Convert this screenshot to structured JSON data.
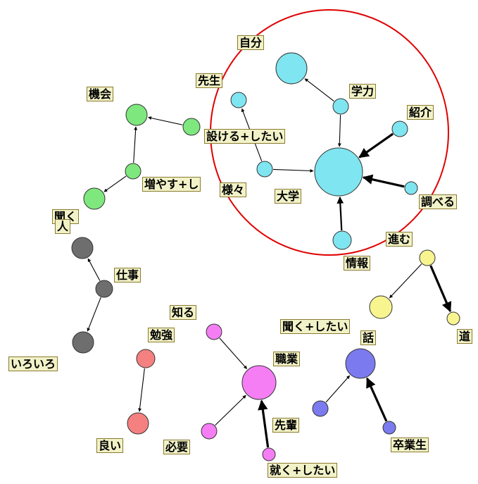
{
  "colors": {
    "cyan": "#7fe5f0",
    "green": "#7ee87e",
    "gray": "#6e6e6e",
    "yellow": "#f8f590",
    "blue": "#7b7bef",
    "magenta": "#f57ef5",
    "red": "#f58080",
    "highlight": "#e00000"
  },
  "nodes": [
    {
      "id": "jibun",
      "label": "自分",
      "color": "cyan"
    },
    {
      "id": "sensei",
      "label": "先生",
      "color": "cyan"
    },
    {
      "id": "gakuryoku",
      "label": "学力",
      "color": "cyan"
    },
    {
      "id": "shokai",
      "label": "紹介",
      "color": "cyan"
    },
    {
      "id": "sama",
      "label": "様々",
      "color": "cyan"
    },
    {
      "id": "daigaku",
      "label": "大学",
      "color": "cyan"
    },
    {
      "id": "shiraberu",
      "label": "調べる",
      "color": "cyan"
    },
    {
      "id": "joho",
      "label": "情報",
      "color": "cyan"
    },
    {
      "id": "kikai",
      "label": "機会",
      "color": "green"
    },
    {
      "id": "mokeru",
      "label": "設ける+したい",
      "color": "green"
    },
    {
      "id": "fuyasu",
      "label": "増やす+し",
      "color": "green"
    },
    {
      "id": "kiku",
      "label": "聞く",
      "color": "green"
    },
    {
      "id": "hito",
      "label": "人",
      "color": "gray"
    },
    {
      "id": "shigoto",
      "label": "仕事",
      "color": "gray"
    },
    {
      "id": "iroiro",
      "label": "いろいろ",
      "color": "gray"
    },
    {
      "id": "susumu",
      "label": "進む",
      "color": "yellow"
    },
    {
      "id": "michi",
      "label": "道",
      "color": "yellow"
    },
    {
      "id": "hanashi",
      "label": "話",
      "color": "yellow"
    },
    {
      "id": "kikitai",
      "label": "聞く+したい",
      "color": "yellow"
    },
    {
      "id": "senpai",
      "label": "先輩",
      "color": "blue"
    },
    {
      "id": "sotsugyosei",
      "label": "卒業生",
      "color": "blue"
    },
    {
      "id": "blue-hub",
      "label": "",
      "color": "blue"
    },
    {
      "id": "shiru",
      "label": "知る",
      "color": "magenta"
    },
    {
      "id": "shokugyo",
      "label": "職業",
      "color": "magenta"
    },
    {
      "id": "hitsuyo",
      "label": "必要",
      "color": "magenta"
    },
    {
      "id": "tsuku",
      "label": "就く+したい",
      "color": "magenta"
    },
    {
      "id": "benkyo",
      "label": "勉強",
      "color": "red"
    },
    {
      "id": "yoi",
      "label": "良い",
      "color": "red"
    }
  ],
  "edges": [
    {
      "from": "gakuryoku",
      "to": "jibun",
      "weight": 1
    },
    {
      "from": "gakuryoku",
      "to": "daigaku",
      "weight": 1
    },
    {
      "from": "shokai",
      "to": "daigaku",
      "weight": 3
    },
    {
      "from": "shiraberu",
      "to": "daigaku",
      "weight": 3
    },
    {
      "from": "joho",
      "to": "daigaku",
      "weight": 2
    },
    {
      "from": "sama",
      "to": "daigaku",
      "weight": 1
    },
    {
      "from": "sama",
      "to": "sensei",
      "weight": 1
    },
    {
      "from": "mokeru",
      "to": "kikai",
      "weight": 1
    },
    {
      "from": "fuyasu",
      "to": "kikai",
      "weight": 1
    },
    {
      "from": "fuyasu",
      "to": "kiku",
      "weight": 1
    },
    {
      "from": "shigoto",
      "to": "hito",
      "weight": 1
    },
    {
      "from": "shigoto",
      "to": "iroiro",
      "weight": 1
    },
    {
      "from": "susumu",
      "to": "hanashi",
      "weight": 1
    },
    {
      "from": "susumu",
      "to": "michi",
      "weight": 3
    },
    {
      "from": "senpai",
      "to": "blue-hub",
      "weight": 1
    },
    {
      "from": "sotsugyosei",
      "to": "blue-hub",
      "weight": 3
    },
    {
      "from": "shiru",
      "to": "shokugyo",
      "weight": 1
    },
    {
      "from": "hitsuyo",
      "to": "shokugyo",
      "weight": 1
    },
    {
      "from": "tsuku",
      "to": "shokugyo",
      "weight": 3
    },
    {
      "from": "benkyo",
      "to": "yoi",
      "weight": 1
    }
  ]
}
